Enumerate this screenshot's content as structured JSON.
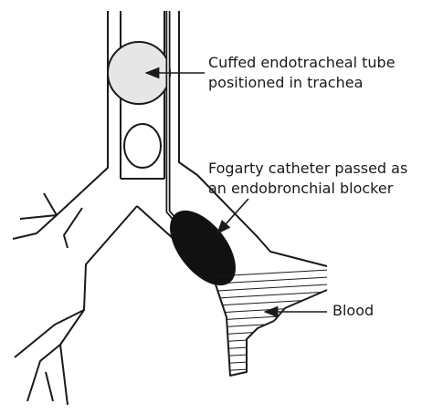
{
  "labels": {
    "tube": [
      "Cuffed endotracheal tube",
      "positioned in trachea"
    ],
    "fogarty": [
      "Fogarty catheter passed as",
      "an endobronchial blocker"
    ],
    "blood": "Blood"
  },
  "colors": {
    "line": "#1a1a1a",
    "cuff_fill": "#e6e6e6",
    "blocker_fill": "#111111",
    "background": "#ffffff"
  }
}
